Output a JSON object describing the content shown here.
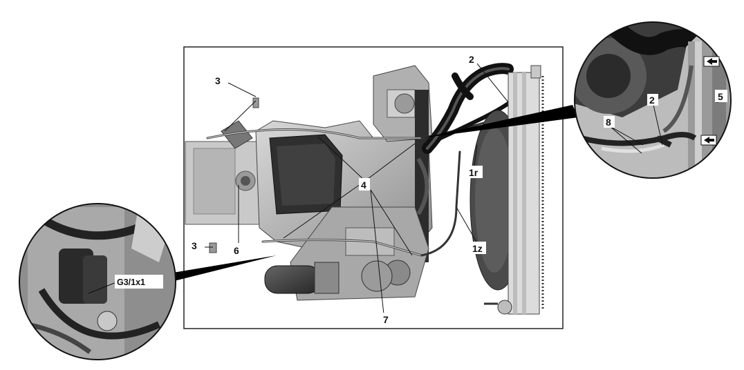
{
  "figure": {
    "main_callouts": {
      "c2": "2",
      "c3_top": "3",
      "c3_bottom": "3",
      "c4": "4",
      "c6": "6",
      "c7": "7",
      "c1r": "1r",
      "c1z": "1z"
    },
    "detail_right": {
      "c2": "2",
      "c5": "5",
      "c8": "8"
    },
    "detail_left": {
      "connector": "G3/1x1"
    }
  },
  "colors": {
    "line": "#111111",
    "engine_dark": "#3a3a3a",
    "engine_mid": "#7d7d7d",
    "engine_light": "#bdbdbd",
    "engine_lighter": "#d9d9d9"
  }
}
